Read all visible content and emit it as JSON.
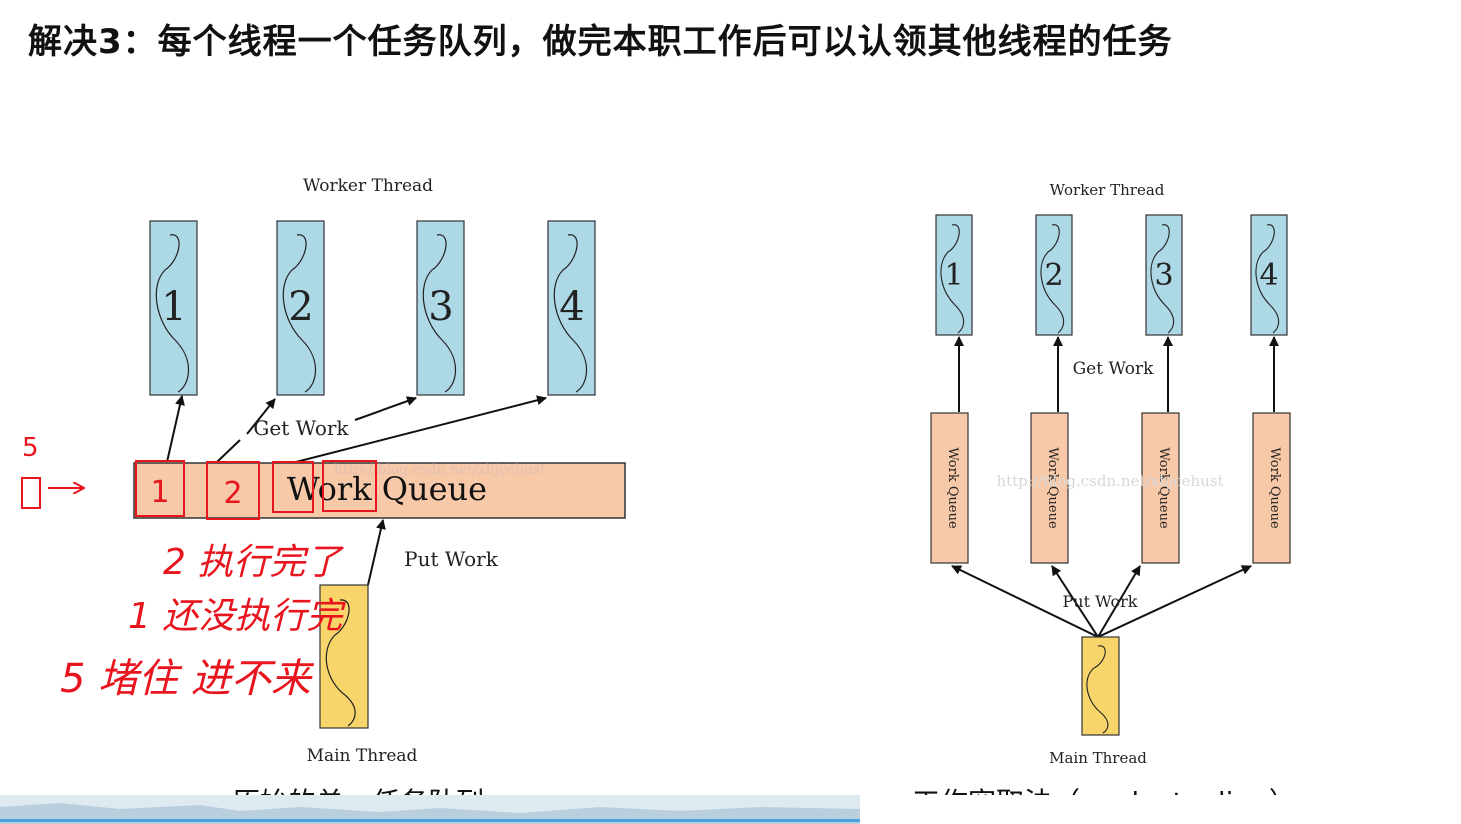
{
  "slide_title": "解决3：每个线程一个任务队列，做完本职工作后可以认领其他线程的任务",
  "left_diagram": {
    "worker_thread_label": "Worker Thread",
    "threads": [
      "1",
      "2",
      "3",
      "4"
    ],
    "get_work_label": "Get Work",
    "queue_label": "Work Queue",
    "put_work_label": "Put Work",
    "main_thread_label": "Main Thread",
    "watermark": "http://blog.csdn.net/xhjcehust",
    "caption": "原始的单一任务队列"
  },
  "right_diagram": {
    "worker_thread_label": "Worker Thread",
    "threads": [
      "1",
      "2",
      "3",
      "4"
    ],
    "get_work_label": "Get Work",
    "queue_label": "Work Queue",
    "put_work_label": "Put Work",
    "main_thread_label": "Main Thread",
    "watermark": "http://blog.csdn.net/xhjcehust",
    "caption": "工作窃取法（work-stealing）"
  },
  "annotations": {
    "number_5": "5",
    "queue_item_1": "1",
    "queue_item_2": "2",
    "note_line_1": "2 执行完了",
    "note_line_2": "1 还没执行完",
    "note_line_3": "5 堵住 进不来"
  },
  "colors": {
    "thread_fill": "#add8e6",
    "queue_fill": "#f8c9a8",
    "main_fill": "#f8d56b",
    "annotation_red": "#e8141e"
  }
}
